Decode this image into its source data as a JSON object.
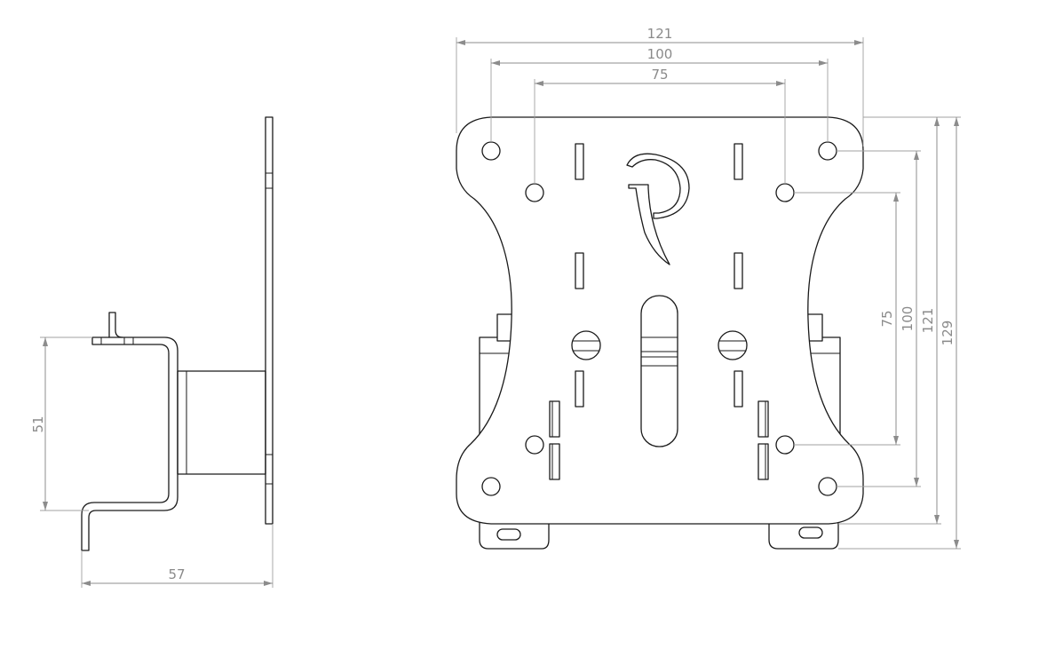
{
  "dimensions": {
    "side_height": "51",
    "side_depth": "57",
    "front_width_outer": "121",
    "front_width_100": "100",
    "front_width_75": "75",
    "front_height_75": "75",
    "front_height_100": "100",
    "front_height_121": "121",
    "front_height_129": "129"
  },
  "icons": {
    "logo": "p-script-logo-icon"
  },
  "colors": {
    "outline": "#1a1a1a",
    "dimension": "#8c8c8c",
    "background": "#ffffff"
  }
}
